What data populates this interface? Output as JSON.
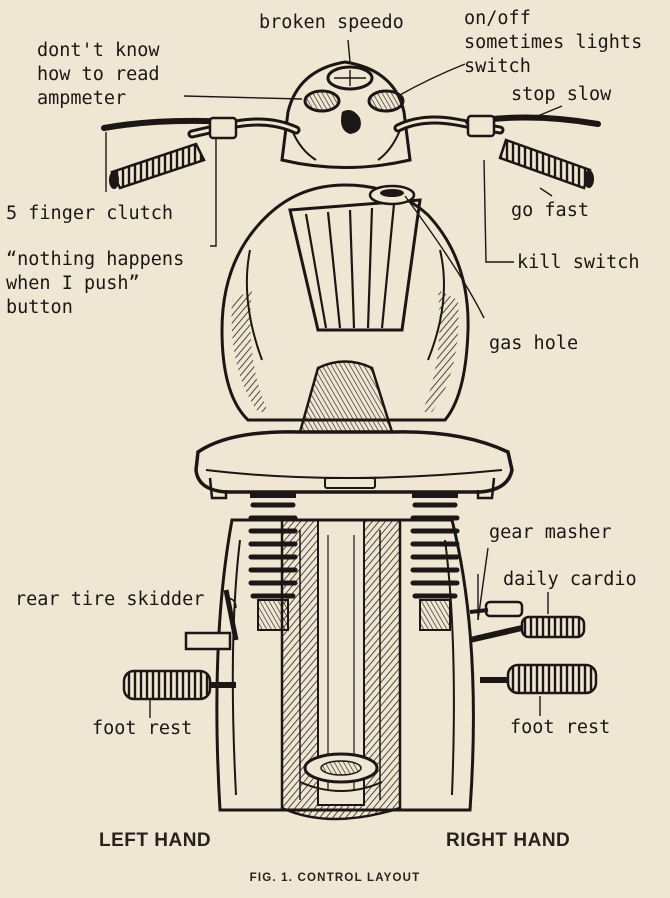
{
  "colors": {
    "paper": "#efe6d3",
    "ink": "#1c1714",
    "shade": "#5a4a40"
  },
  "labels": {
    "broken_speedo": "broken speedo",
    "lights_switch": [
      "on/off",
      "sometimes lights",
      "switch"
    ],
    "ampmeter": [
      "dont't know",
      "how to read",
      "ampmeter"
    ],
    "stop_slow": "stop slow",
    "five_finger_clutch": "5 finger clutch",
    "go_fast": "go fast",
    "horn_button": [
      "“nothing happens",
      "when I push”",
      "button"
    ],
    "kill_switch": "kill switch",
    "gas_hole": "gas hole",
    "gear_masher": "gear masher",
    "daily_cardio": "daily cardio",
    "rear_tire_skidder": "rear tire skidder",
    "foot_rest_left": "foot rest",
    "foot_rest_right": "foot rest"
  },
  "captions": {
    "left_hand": "LEFT HAND",
    "right_hand": "RIGHT HAND",
    "figure": "FIG. 1.  CONTROL LAYOUT"
  }
}
